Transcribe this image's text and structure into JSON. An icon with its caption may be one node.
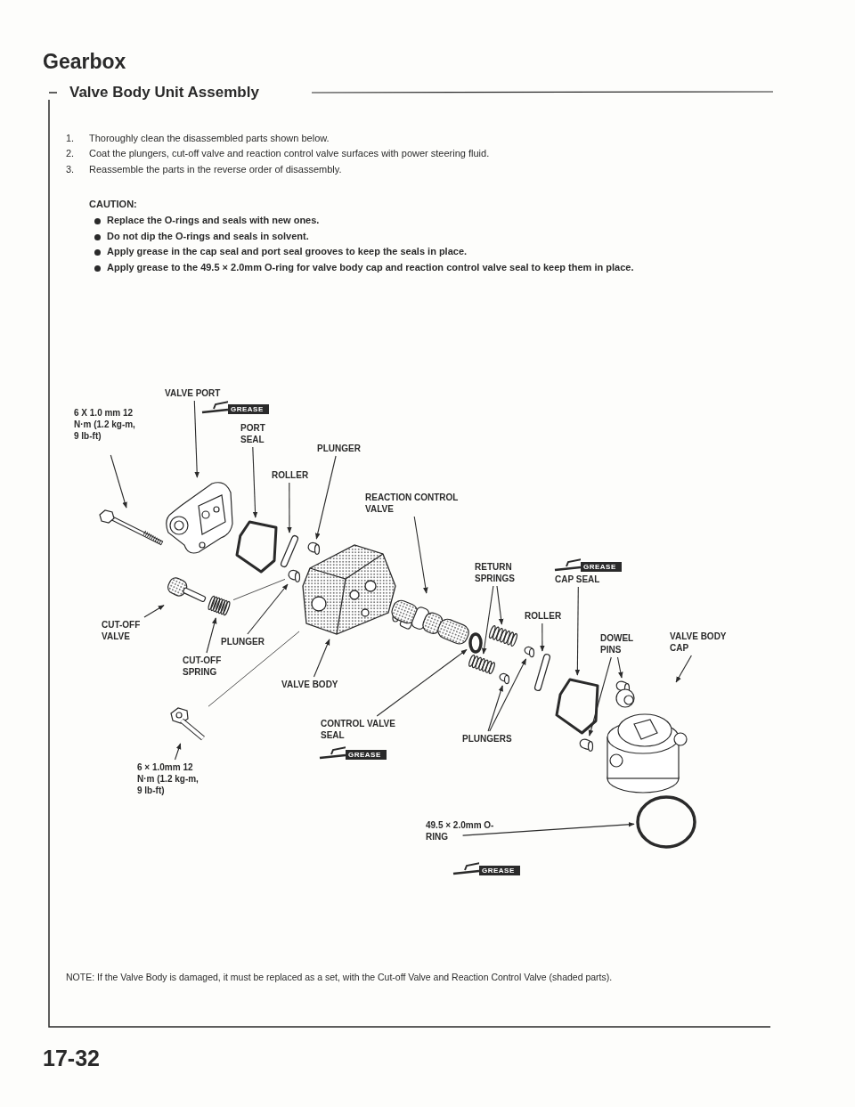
{
  "diagram": {
    "title": "Gearbox",
    "nodes": [
      {
        "text": [
          "6 X 1.0 mm 12 N·m (1.2 kg-m, 9 lb-ft)"
        ]
      },
      {
        "text": [
          "VALVE PORT"
        ]
      },
      {
        "text": [
          "PORT SEAL"
        ]
      },
      {
        "text": [
          "ROLLER"
        ]
      },
      {
        "text": [
          "PLUNGER"
        ]
      },
      {
        "text": [
          "REACTION CONTROL VALVE"
        ]
      },
      {
        "text": [
          "RETURN SPRINGS"
        ]
      },
      {
        "text": [
          "CAP SEAL"
        ]
      },
      {
        "text": [
          "CUT-OFF VALVE"
        ]
      },
      {
        "text": [
          "CUT-OFF SPRING"
        ]
      },
      {
        "text": [
          "PLUNGER"
        ]
      },
      {
        "text": [
          "VALVE BODY"
        ]
      },
      {
        "text": [
          "CONTROL VALVE SEAL"
        ]
      },
      {
        "text": [
          "ROLLER"
        ]
      },
      {
        "text": [
          "DOWEL PINS"
        ]
      },
      {
        "text": [
          "VALVE BODY CAP"
        ]
      },
      {
        "text": [
          "PLUNGERS"
        ]
      },
      {
        "text": [
          "6 × 1.0mm 12 N·m (1.2 kg-m, 9 lb-ft)"
        ]
      },
      {
        "text": [
          "49.5 × 2.0mm O-RING"
        ]
      },
      {
        "text": [],
        "shape": "picture"
      },
      {
        "text": [],
        "shape": "picture"
      },
      {
        "text": [],
        "shape": "picture"
      },
      {
        "text": [],
        "shape": "picture"
      },
      {
        "text": [],
        "shape": "picture"
      },
      {
        "text": [],
        "shape": "picture"
      },
      {
        "text": [],
        "shape": "picture"
      },
      {
        "text": [],
        "shape": "picture"
      },
      {
        "text": [],
        "shape": "picture"
      },
      {
        "text": [],
        "shape": "picture"
      },
      {
        "text": [],
        "shape": "circle"
      },
      {
        "text": [],
        "shape": "picture"
      },
      {
        "text": [],
        "shape": "picture"
      },
      {
        "text": [],
        "shape": "picture"
      },
      {
        "text": [],
        "shape": "picture"
      },
      {
        "text": [],
        "shape": "picture"
      },
      {
        "text": [],
        "shape": "picture"
      },
      {
        "text": [],
        "shape": "picture"
      },
      {
        "text": [],
        "shape": "picture"
      },
      {
        "text": [],
        "shape": "picture"
      },
      {
        "text": [],
        "shape": "picture"
      },
      {
        "text": [],
        "shape": "circle"
      }
    ],
    "edges": [
      {
        "from": 0,
        "to": 19,
        "arrow": "to"
      },
      {
        "from": 1,
        "to": 20,
        "arrow": "to"
      },
      {
        "from": 2,
        "to": 21,
        "arrow": "to"
      },
      {
        "from": 3,
        "to": 22,
        "arrow": "to"
      },
      {
        "from": 4,
        "to": 23,
        "arrow": "to"
      },
      {
        "from": 5,
        "to": 25,
        "arrow": "to"
      },
      {
        "from": 6,
        "to": 30,
        "arrow": "to"
      },
      {
        "from": 6,
        "to": 31,
        "arrow": "to"
      },
      {
        "from": 7,
        "to": 35,
        "arrow": "to"
      },
      {
        "from": 8,
        "to": 26,
        "arrow": "to"
      },
      {
        "from": 9,
        "to": 27,
        "arrow": "to"
      },
      {
        "from": 10,
        "to": 28,
        "arrow": "to"
      },
      {
        "from": 11,
        "to": 24,
        "arrow": "to"
      },
      {
        "from": 12,
        "to": 29,
        "arrow": "to"
      },
      {
        "from": 13,
        "to": 34,
        "arrow": "to"
      },
      {
        "from": 14,
        "to": 36,
        "arrow": "to"
      },
      {
        "from": 14,
        "to": 37,
        "arrow": "to"
      },
      {
        "from": 15,
        "to": 38,
        "arrow": "to"
      },
      {
        "from": 16,
        "to": 32,
        "arrow": "to"
      },
      {
        "from": 16,
        "to": 33,
        "arrow": "to"
      },
      {
        "from": 17,
        "to": 39,
        "arrow": "to"
      },
      {
        "from": 18,
        "to": 40,
        "arrow": "to"
      },
      {
        "from": 27,
        "to": 28,
        "arrow": "none"
      },
      {
        "from": 24,
        "to": 39,
        "arrow": "none"
      }
    ],
    "labels": [
      "Valve Body Unit Assembly",
      "1.",
      "Thoroughly clean the disassembled parts shown below.",
      "2.",
      "Coat the plungers, cut-off valve and reaction control valve surfaces with power steering fluid.",
      "3.",
      "Reassemble the parts in the reverse order of disassembly.",
      "CAUTION:",
      "Replace the O-rings and seals with new ones.",
      "Do not dip the O-rings and seals in solvent.",
      "Apply grease in the cap seal and port seal grooves to keep the seals in place.",
      "Apply grease to the 49.5 × 2.0mm O-ring for valve body cap and reaction control valve seal to keep them in place.",
      "GREASE",
      "GREASE",
      "GREASE",
      "GREASE",
      "NOTE: If the Valve Body is damaged, it must be replaced as a set, with the Cut-off Valve and Reaction Control Valve (shaded parts).",
      "17-32"
    ]
  }
}
